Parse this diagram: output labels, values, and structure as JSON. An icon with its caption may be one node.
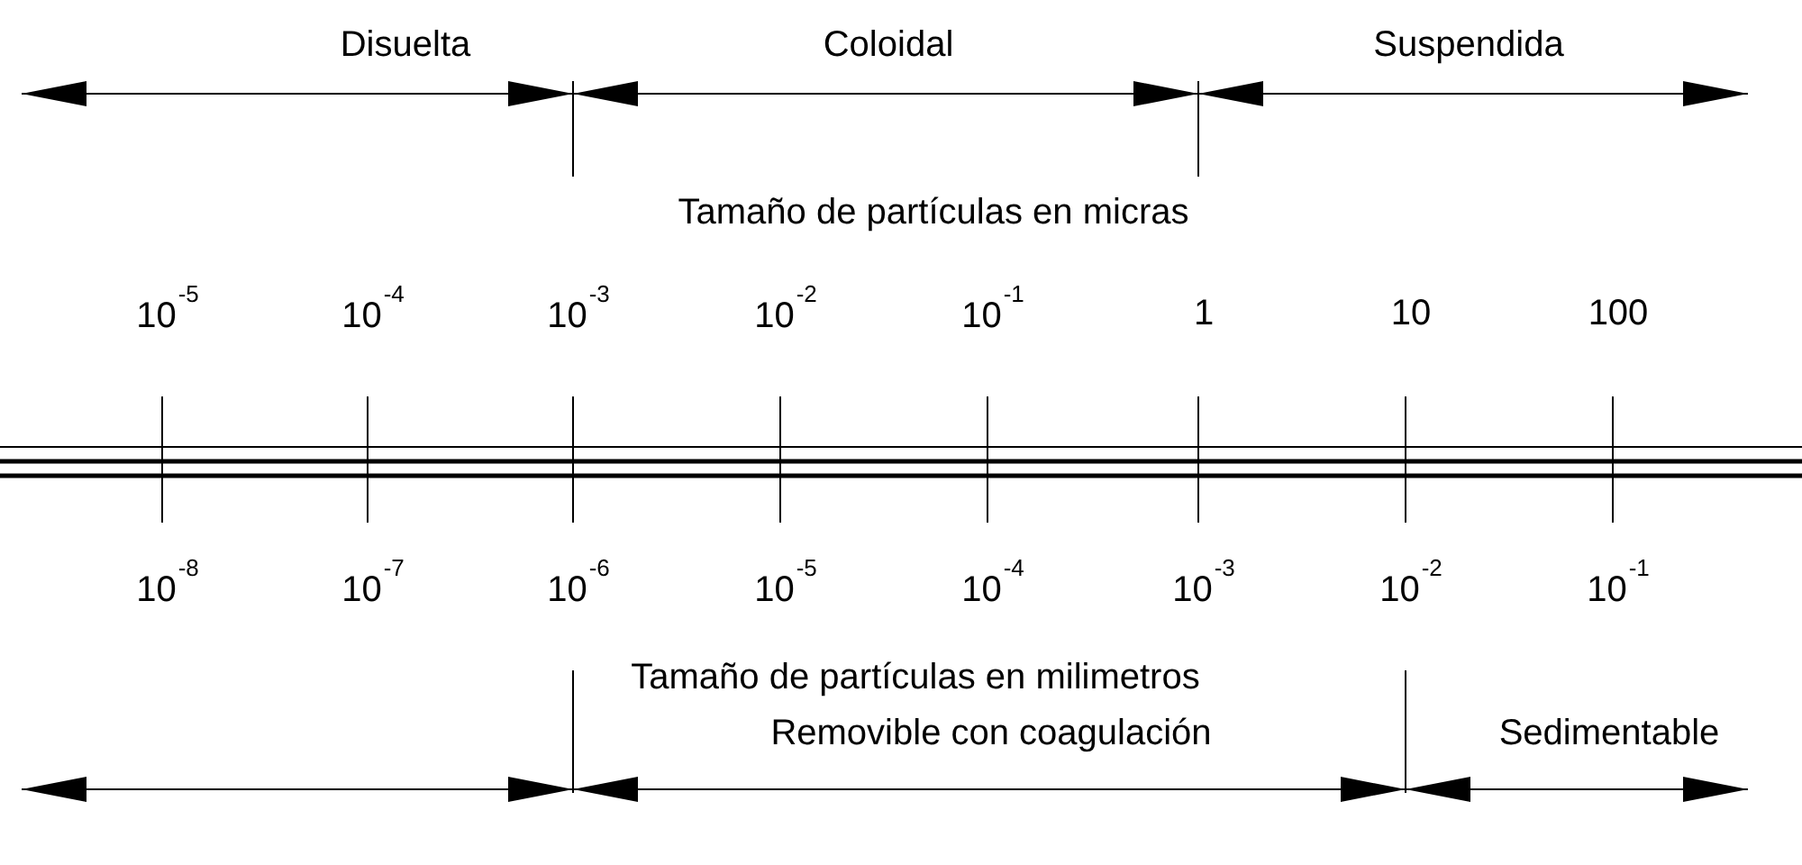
{
  "diagram": {
    "labels": [
      "Disuelta",
      "Coloidal",
      "Suspendida",
      "Tamaño de partículas en micras",
      "10$^{-5}$",
      "10$^{-4}$",
      "10$^{-3}$",
      "10$^{-2}$",
      "10$^{-1}$",
      "1",
      "10",
      "100",
      "10$^{-8}$",
      "10$^{-7}$",
      "10$^{-6}$",
      "10$^{-5}$",
      "10$^{-4}$",
      "10$^{-3}$",
      "10$^{-2}$",
      "10$^{-1}$",
      "Tamaño de partículas en milimetros",
      "Removible con coagulación",
      "Sedimentable"
    ]
  }
}
